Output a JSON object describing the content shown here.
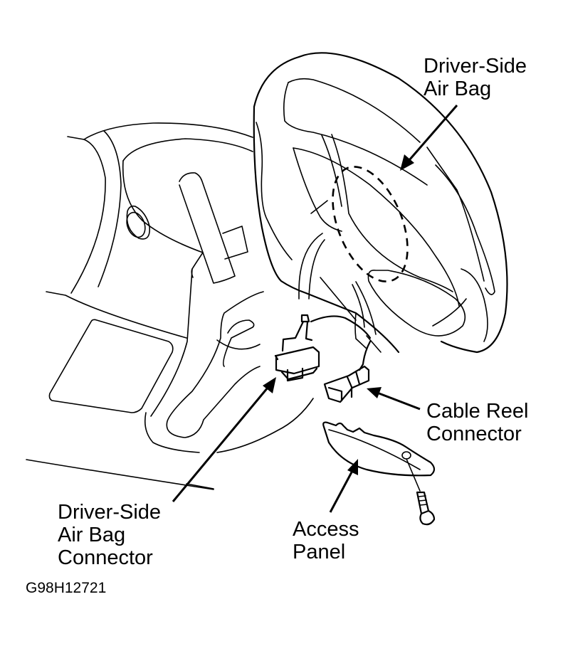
{
  "diagram": {
    "labels": {
      "airbag": {
        "line1": "Driver-Side",
        "line2": "Air Bag"
      },
      "cable_reel": {
        "line1": "Cable Reel",
        "line2": "Connector"
      },
      "airbag_connector": {
        "line1": "Driver-Side",
        "line2": "Air Bag",
        "line3": "Connector"
      },
      "access_panel": {
        "line1": "Access",
        "line2": "Panel"
      }
    },
    "figure_code": "G98H12721",
    "colors": {
      "ink": "#000000",
      "background": "#ffffff"
    }
  }
}
